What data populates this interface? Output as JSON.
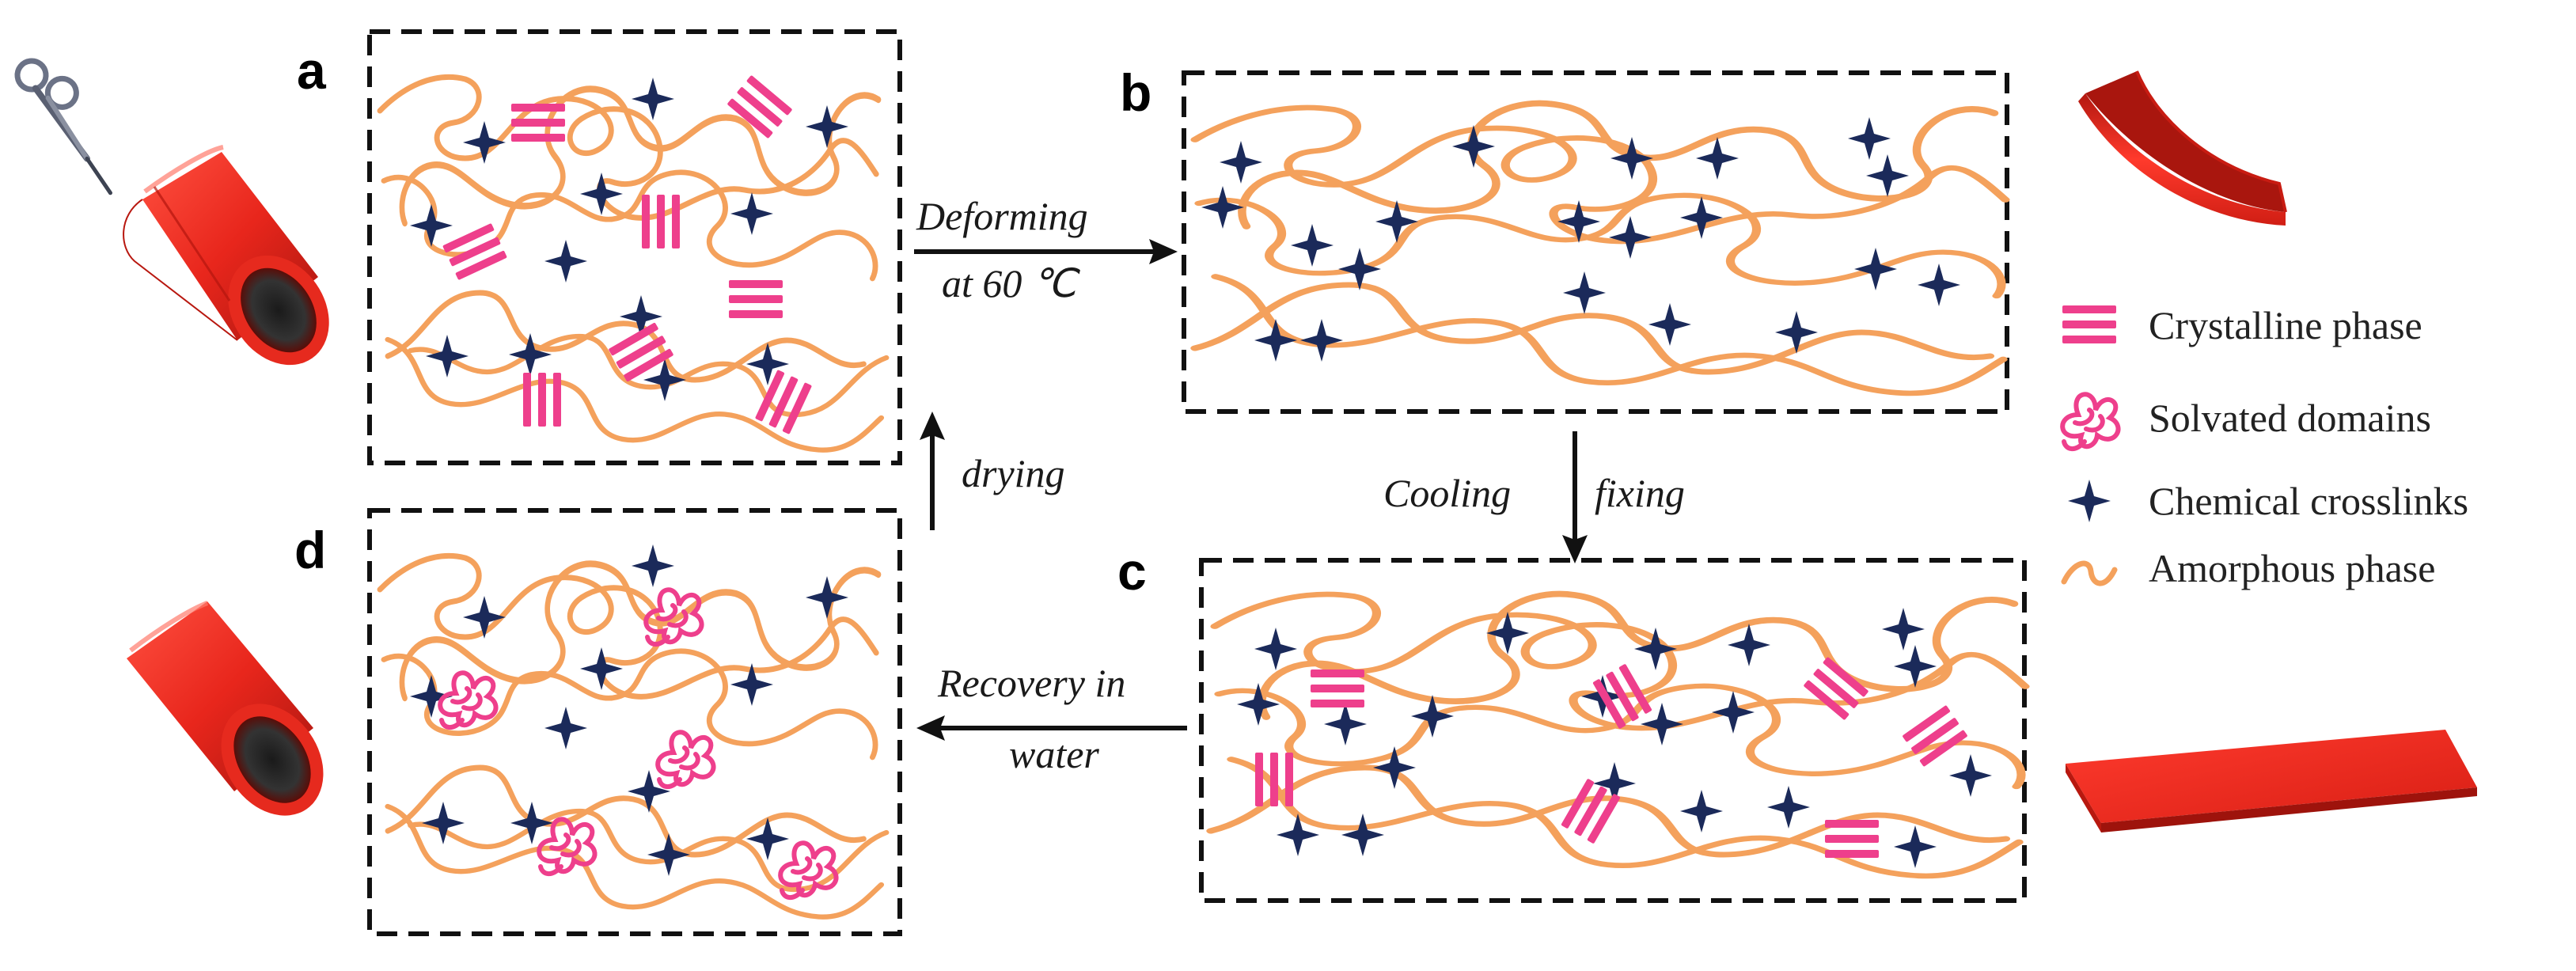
{
  "panels": [
    {
      "letter": "a",
      "crystalline": true,
      "solvated": false
    },
    {
      "letter": "b",
      "crystalline": false,
      "solvated": false
    },
    {
      "letter": "c",
      "crystalline": true,
      "solvated": false
    },
    {
      "letter": "d",
      "crystalline": false,
      "solvated": true
    }
  ],
  "arrows": {
    "deforming": {
      "line1": "Deforming",
      "line2": "at  60 ℃"
    },
    "cooling": {
      "left": "Cooling",
      "right": "fixing"
    },
    "recovery": {
      "line1": "Recovery in",
      "line2": "water"
    },
    "drying": {
      "label": "drying"
    }
  },
  "legend": [
    {
      "symbol": "crystalline",
      "label": "Crystalline phase"
    },
    {
      "symbol": "solvated",
      "label": "Solvated domains"
    },
    {
      "symbol": "crosslink",
      "label": "Chemical crosslinks"
    },
    {
      "symbol": "amorphous",
      "label": "Amorphous phase"
    }
  ],
  "colors": {
    "chain": "#f4a15c",
    "crystalline": "#ee3f8c",
    "solvated": "#ee3f8c",
    "crosslink": "#1b2a5a",
    "tube": "#e8261c",
    "tube_dark": "#9c120d",
    "scissors": "#6b7286"
  },
  "icons": {
    "top_left": "scissors-icon",
    "tube": "red-tube-icon",
    "half_tube": "red-half-tube-icon",
    "sheet": "red-flat-sheet-icon"
  }
}
